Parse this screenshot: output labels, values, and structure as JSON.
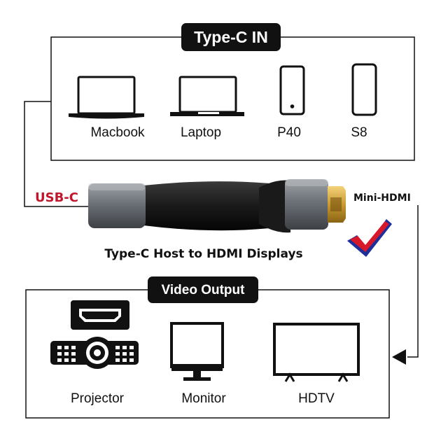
{
  "top_section": {
    "title": "Type-C IN",
    "devices": [
      {
        "label": "Macbook"
      },
      {
        "label": "Laptop"
      },
      {
        "label": "P40"
      },
      {
        "label": "S8"
      }
    ]
  },
  "adapter": {
    "left_label": "USB-C",
    "right_label": "Mini-HDMI",
    "caption": "Type-C Host to HDMI Displays"
  },
  "bottom_section": {
    "title": "Video Output",
    "devices": [
      {
        "label": "Projector"
      },
      {
        "label": "Monitor"
      },
      {
        "label": "HDTV"
      }
    ]
  },
  "colors": {
    "usb_label": "#c0172c",
    "check_red": "#d7182a",
    "check_blue": "#1c2f9a",
    "line": "#111111"
  }
}
